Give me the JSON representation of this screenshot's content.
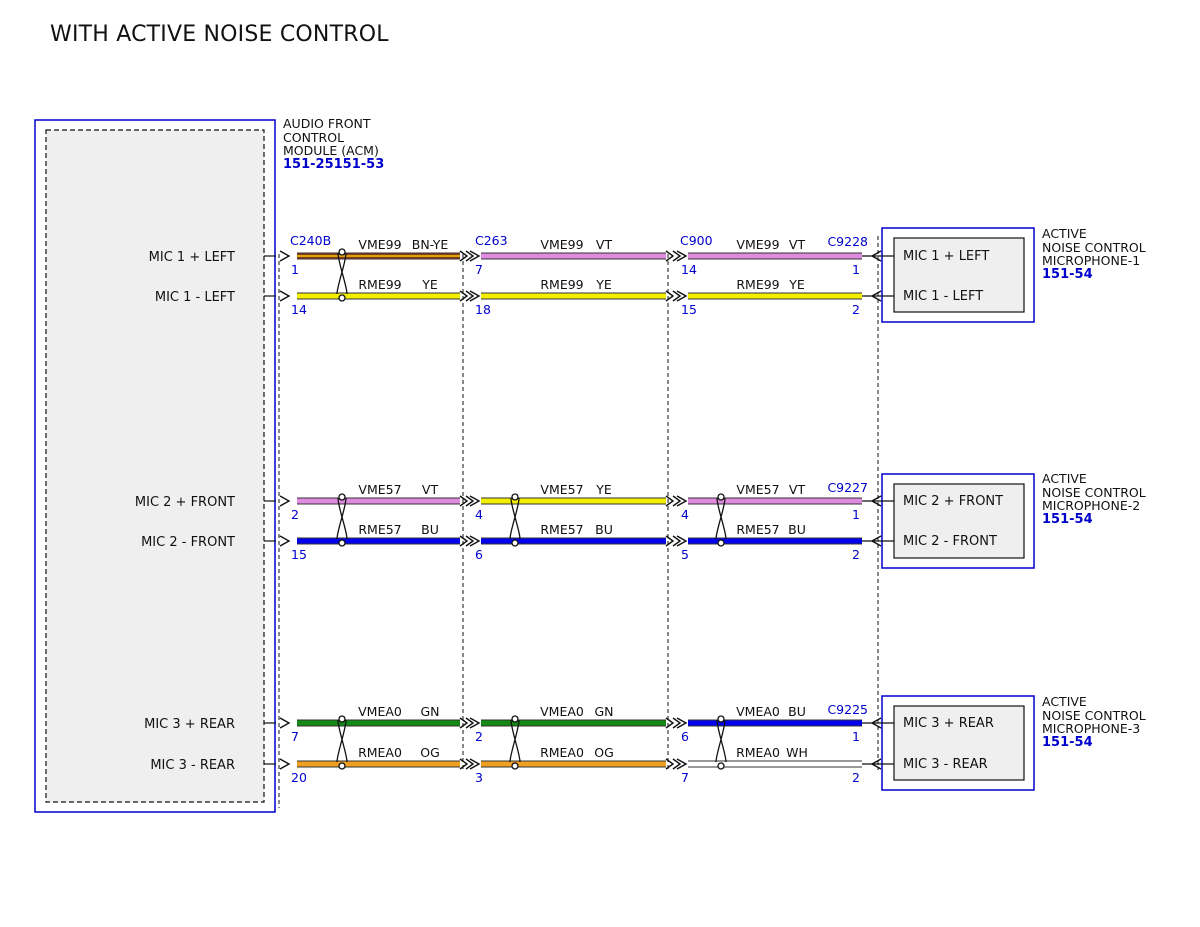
{
  "title": "WITH ACTIVE NOISE CONTROL",
  "acm": {
    "label_lines": [
      "AUDIO FRONT",
      "CONTROL",
      "MODULE (ACM)"
    ],
    "ref": "151-25151-53"
  },
  "connectors": {
    "c1": "C240B",
    "c2": "C263",
    "c3": "C900",
    "mic_connectors": [
      "C9228",
      "C9227",
      "C9225"
    ]
  },
  "microphones": [
    {
      "label_lines": [
        "ACTIVE",
        "NOISE CONTROL",
        "MICROPHONE-1"
      ],
      "ref": "151-54",
      "pins": [
        "MIC 1 + LEFT",
        "MIC 1 - LEFT"
      ]
    },
    {
      "label_lines": [
        "ACTIVE",
        "NOISE CONTROL",
        "MICROPHONE-2"
      ],
      "ref": "151-54",
      "pins": [
        "MIC 2 + FRONT",
        "MIC 2 - FRONT"
      ]
    },
    {
      "label_lines": [
        "ACTIVE",
        "NOISE CONTROL",
        "MICROPHONE-3"
      ],
      "ref": "151-54",
      "pins": [
        "MIC 3 + REAR",
        "MIC 3 - REAR"
      ]
    }
  ],
  "circuits": [
    {
      "acm_label": "MIC 1 + LEFT",
      "twisted": [
        true,
        false,
        false
      ],
      "segments": [
        {
          "circuit": "VME99",
          "color_code": "BN-YE",
          "pin": "1",
          "stroke": "#8b3a1a",
          "stripe": "#f0c800"
        },
        {
          "circuit": "VME99",
          "color_code": "VT",
          "pin": "7",
          "stroke": "#e08ae0"
        },
        {
          "circuit": "VME99",
          "color_code": "VT",
          "pin": "14",
          "stroke": "#e08ae0"
        }
      ],
      "mic_pin": "1"
    },
    {
      "acm_label": "MIC 1 - LEFT",
      "twisted": [
        true,
        false,
        false
      ],
      "segments": [
        {
          "circuit": "RME99",
          "color_code": "YE",
          "pin": "14",
          "stroke": "#f2ef00"
        },
        {
          "circuit": "RME99",
          "color_code": "YE",
          "pin": "18",
          "stroke": "#f2ef00"
        },
        {
          "circuit": "RME99",
          "color_code": "YE",
          "pin": "15",
          "stroke": "#f2ef00"
        }
      ],
      "mic_pin": "2"
    },
    {
      "acm_label": "MIC 2 + FRONT",
      "twisted": [
        true,
        true,
        true
      ],
      "segments": [
        {
          "circuit": "VME57",
          "color_code": "VT",
          "pin": "2",
          "stroke": "#e08ae0"
        },
        {
          "circuit": "VME57",
          "color_code": "YE",
          "pin": "4",
          "stroke": "#f2ef00"
        },
        {
          "circuit": "VME57",
          "color_code": "VT",
          "pin": "4",
          "stroke": "#e08ae0"
        }
      ],
      "mic_pin": "1"
    },
    {
      "acm_label": "MIC 2 - FRONT",
      "twisted": [
        true,
        true,
        true
      ],
      "segments": [
        {
          "circuit": "RME57",
          "color_code": "BU",
          "pin": "15",
          "stroke": "#0000ee"
        },
        {
          "circuit": "RME57",
          "color_code": "BU",
          "pin": "6",
          "stroke": "#0000ee"
        },
        {
          "circuit": "RME57",
          "color_code": "BU",
          "pin": "5",
          "stroke": "#0000ee"
        }
      ],
      "mic_pin": "2"
    },
    {
      "acm_label": "MIC 3 + REAR",
      "twisted": [
        true,
        true,
        true
      ],
      "segments": [
        {
          "circuit": "VMEA0",
          "color_code": "GN",
          "pin": "7",
          "stroke": "#138a13"
        },
        {
          "circuit": "VMEA0",
          "color_code": "GN",
          "pin": "2",
          "stroke": "#138a13"
        },
        {
          "circuit": "VMEA0",
          "color_code": "BU",
          "pin": "6",
          "stroke": "#0000ee"
        }
      ],
      "mic_pin": "1"
    },
    {
      "acm_label": "MIC 3 - REAR",
      "twisted": [
        true,
        true,
        true
      ],
      "segments": [
        {
          "circuit": "RMEA0",
          "color_code": "OG",
          "pin": "20",
          "stroke": "#f0a020"
        },
        {
          "circuit": "RMEA0",
          "color_code": "OG",
          "pin": "3",
          "stroke": "#f0a020"
        },
        {
          "circuit": "RMEA0",
          "color_code": "WH",
          "pin": "7",
          "stroke": "#ffffff"
        }
      ],
      "mic_pin": "2"
    }
  ],
  "colors": {
    "module_border": "#0000cc",
    "ref_text": "#0000cc",
    "pin_text": "#0000cc",
    "module_fill": "#efefef"
  }
}
